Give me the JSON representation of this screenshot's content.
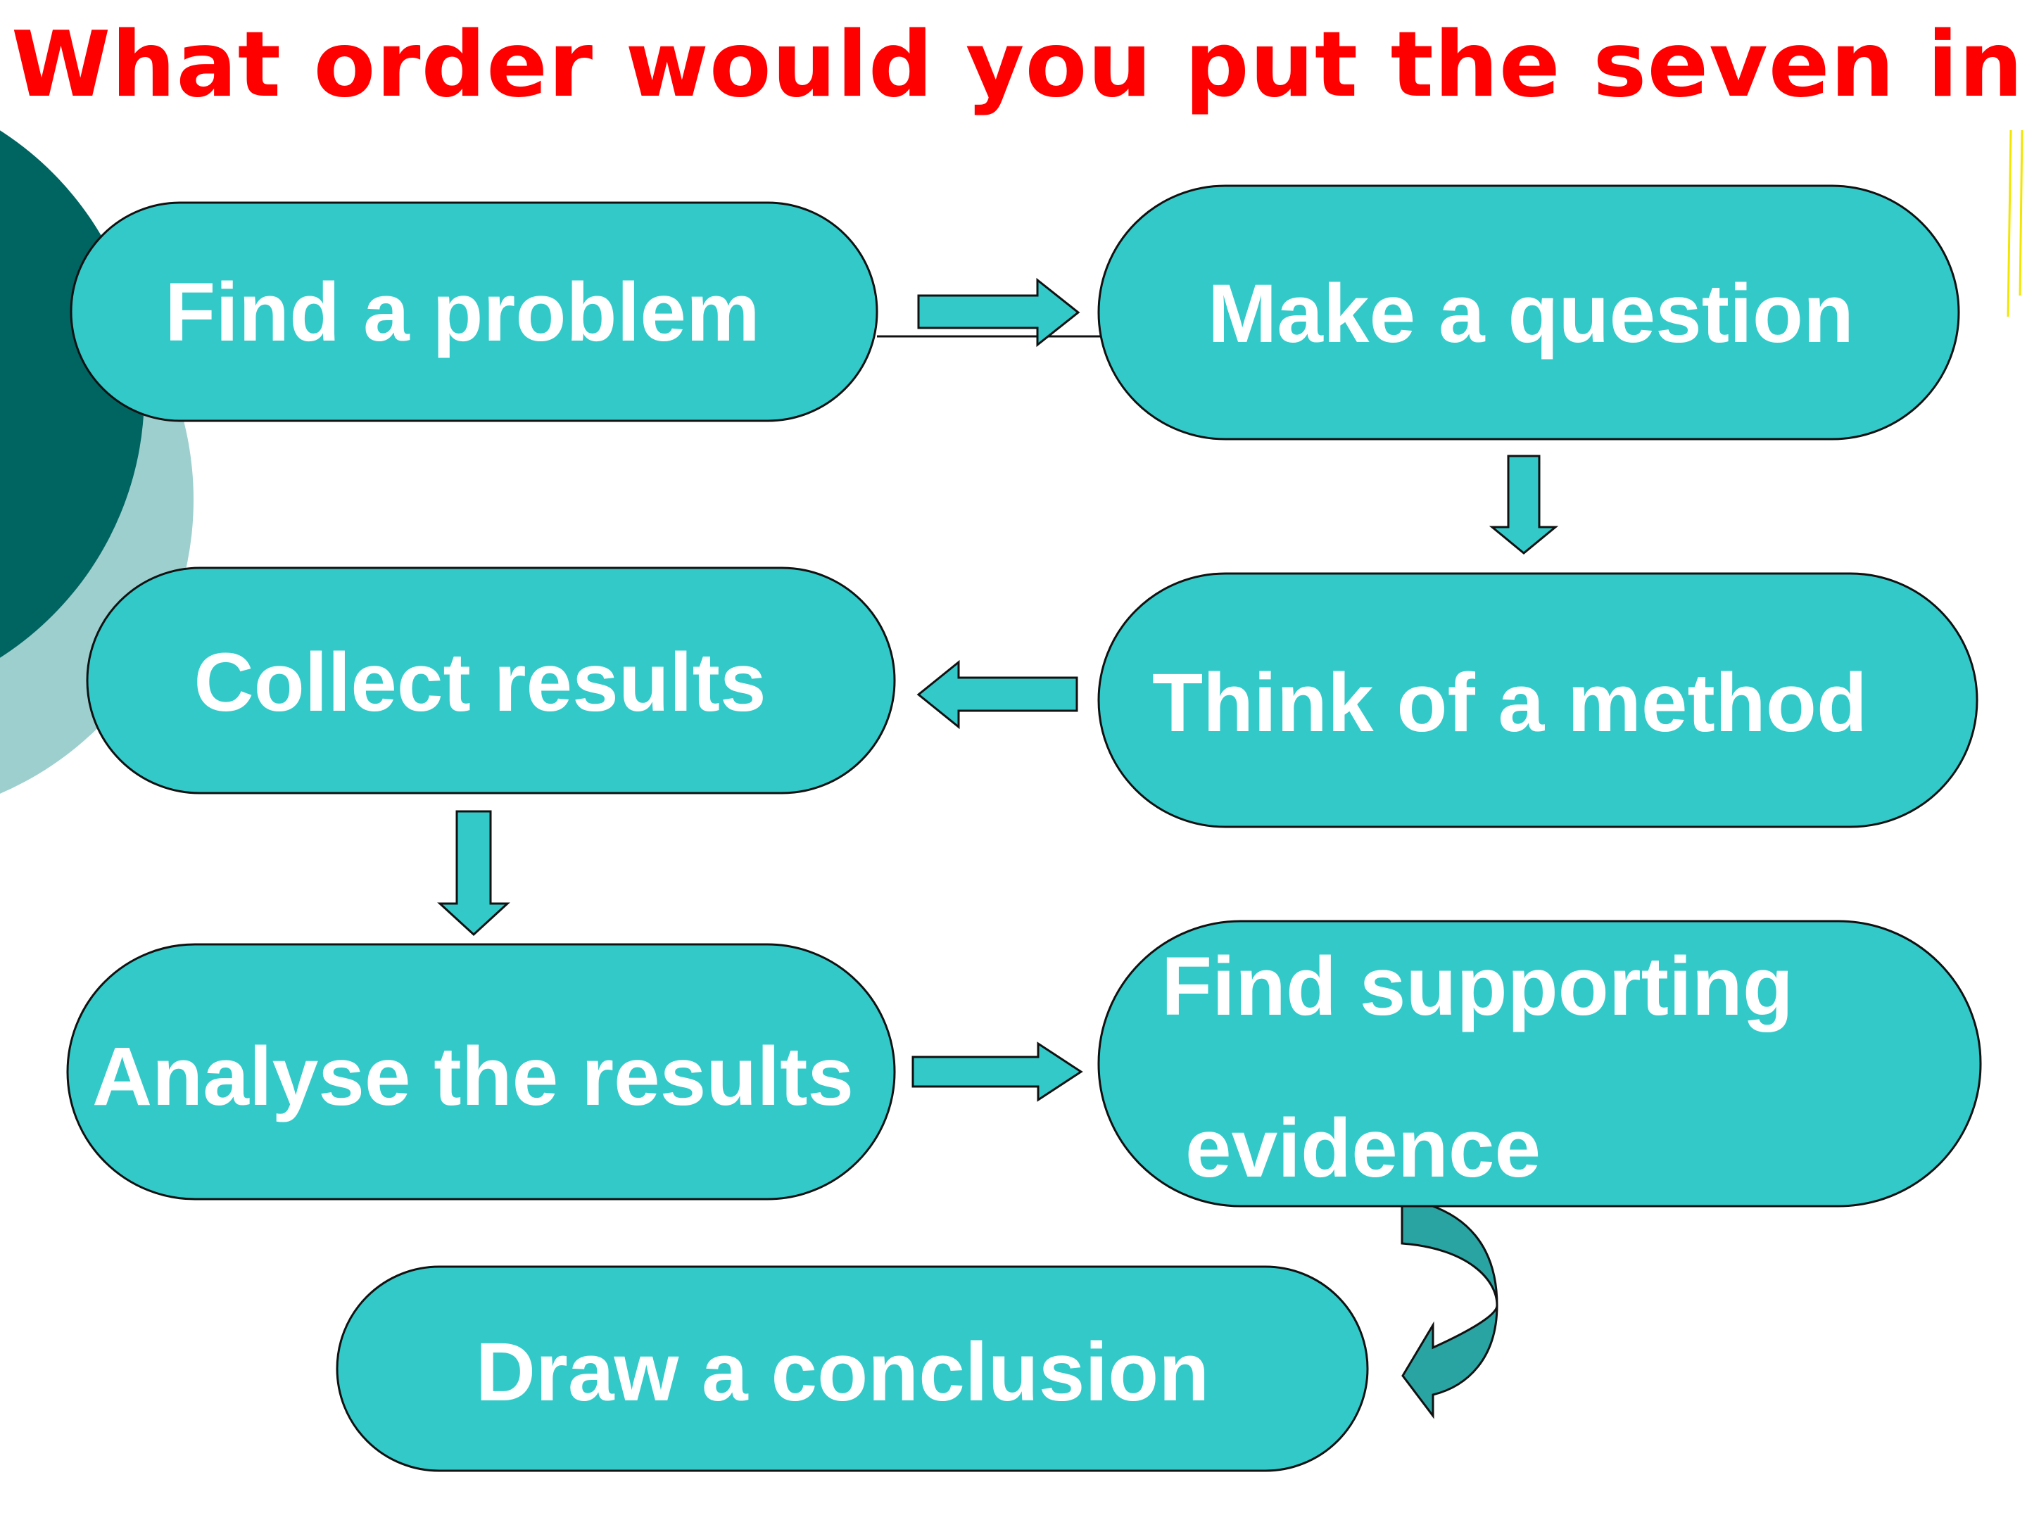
{
  "title": {
    "text": "What order would you put the seven in?",
    "color": "#ff0000"
  },
  "colors": {
    "node_fill": "#33c9c9",
    "node_stroke": "#111111",
    "arrow_fill": "#33c9c9",
    "curved_arrow_fill": "#2aa3a3",
    "label_color": "#ffffff",
    "decor_dark": "#006461",
    "decor_light": "#9ecfcf",
    "decor_line": "#f2e600"
  },
  "steps": [
    {
      "id": "find-problem",
      "lines": [
        "Find a problem"
      ]
    },
    {
      "id": "make-question",
      "lines": [
        "Make a question"
      ]
    },
    {
      "id": "think-method",
      "lines": [
        "Think of a method"
      ]
    },
    {
      "id": "collect-results",
      "lines": [
        "Collect results"
      ]
    },
    {
      "id": "analyse-results",
      "lines": [
        "Analyse the results"
      ]
    },
    {
      "id": "find-evidence",
      "lines": [
        "Find supporting",
        "evidence"
      ]
    },
    {
      "id": "draw-conclusion",
      "lines": [
        "Draw a conclusion"
      ]
    }
  ]
}
